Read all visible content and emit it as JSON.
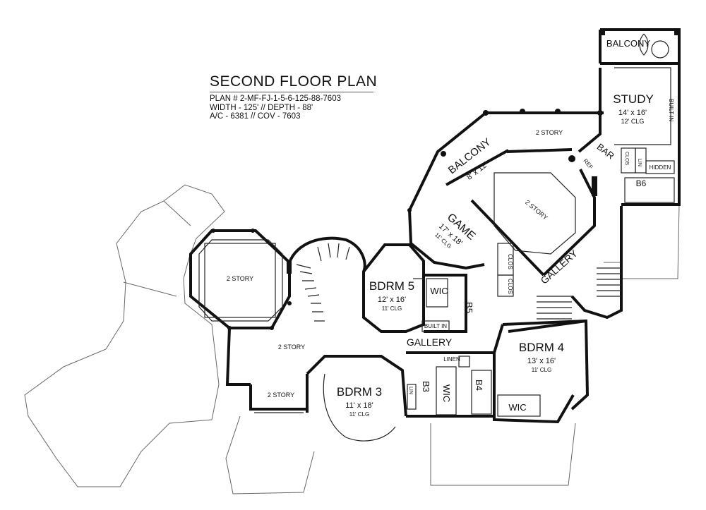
{
  "title": {
    "heading": "SECOND FLOOR PLAN",
    "plan_number": "PLAN # 2-MF-FJ-1-5-6-125-88-7603",
    "dimensions": "WIDTH - 125' // DEPTH - 88'",
    "area": "A/C - 6381 // COV - 7603"
  },
  "rooms": {
    "balcony_top": "BALCONY",
    "study": "STUDY",
    "study_size": "14' x 16'",
    "study_clg": "12' CLG",
    "built_in_study": "BUILT IN",
    "two_story_top": "2 STORY",
    "balcony_mid": "BALCONY",
    "balcony_mid_size": "8' x 12'",
    "bar": "BAR",
    "ref": "REF",
    "clos_study": "CLOS",
    "lin_study": "LIN",
    "hidden": "HIDDEN",
    "b6": "B6",
    "two_story_center": "2 STORY",
    "game": "GAME",
    "game_size": "17' x 18'",
    "game_clg": "11' CLG",
    "clos_a": "CLOS",
    "clos_b": "CLOS",
    "gallery_right": "GALLERY",
    "two_story_octagon": "2 STORY",
    "bdrm5": "BDRM 5",
    "bdrm5_size": "12' x 16'",
    "bdrm5_clg": "11' CLG",
    "wic5": "WIC",
    "b5": "B5",
    "built_in_b5": "BUILT IN",
    "gallery_center": "GALLERY",
    "two_story_left": "2 STORY",
    "two_story_small": "2 STORY",
    "bdrm3": "BDRM 3",
    "bdrm3_size": "11' x 18'",
    "bdrm3_clg": "11' CLG",
    "lin3": "LIN",
    "b3": "B3",
    "wic3": "WIC",
    "linen": "LINEN",
    "b4": "B4",
    "bdrm4": "BDRM 4",
    "bdrm4_size": "13' x 16'",
    "bdrm4_clg": "11' CLG",
    "wic4": "WIC"
  }
}
